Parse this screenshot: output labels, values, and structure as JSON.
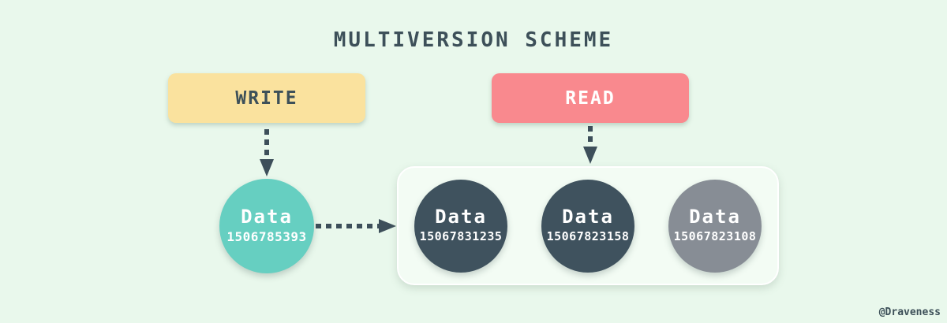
{
  "title": "MULTIVERSION SCHEME",
  "watermark": "@Draveness",
  "nodes": {
    "write": {
      "label": "WRITE",
      "color": "#fae29e",
      "text_color": "#3d5059"
    },
    "read": {
      "label": "READ",
      "color": "#f9898e",
      "text_color": "#ffffff"
    }
  },
  "current_version": {
    "label": "Data",
    "version": "1506785393",
    "color": "#66cfc1"
  },
  "versions": [
    {
      "label": "Data",
      "version": "15067831235",
      "color": "#3f525e"
    },
    {
      "label": "Data",
      "version": "15067823158",
      "color": "#3f525e"
    },
    {
      "label": "Data",
      "version": "15067823108",
      "color": "#878d95"
    }
  ],
  "arrows": [
    {
      "name": "write-to-current-arrow",
      "from": "write",
      "to": "current_version",
      "style": "dashed"
    },
    {
      "name": "read-to-versions-arrow",
      "from": "read",
      "to": "versions-container",
      "style": "dashed"
    },
    {
      "name": "current-to-versions-arrow",
      "from": "current_version",
      "to": "versions-container",
      "style": "dashed"
    }
  ],
  "colors": {
    "background": "#e9f8ec",
    "container_fill": "#f3fcf4",
    "container_border": "#ffffff",
    "arrow": "#3d4f5a",
    "title_text": "#3d5059"
  }
}
